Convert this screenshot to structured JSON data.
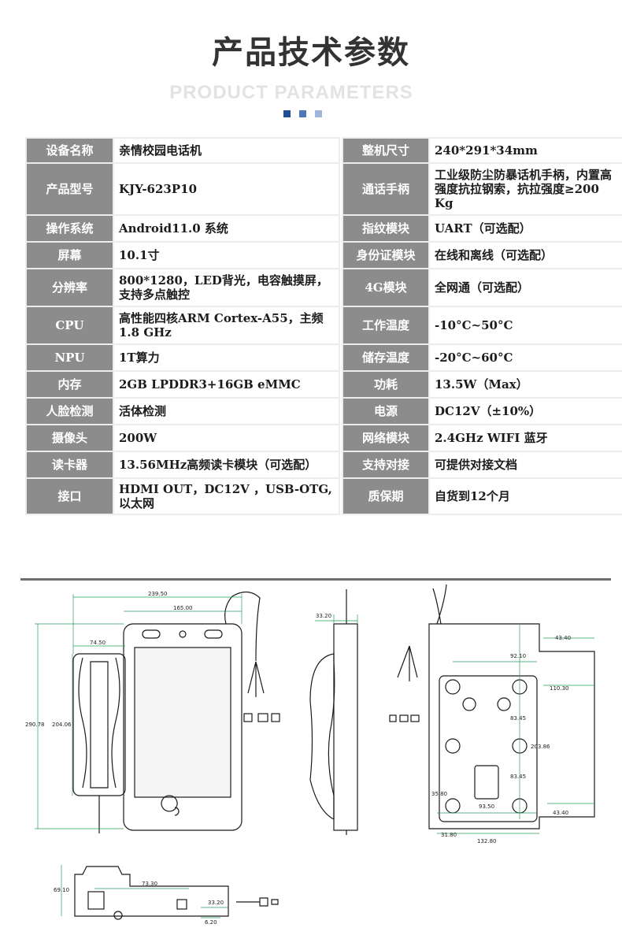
{
  "header": {
    "title": "产品技术参数",
    "subtitle": "PRODUCT PARAMETERS",
    "dot_colors": [
      "#1f4e96",
      "#4f78b8",
      "#9fb5d9"
    ]
  },
  "specs": {
    "rows": [
      {
        "l1": "设备名称",
        "v1": "亲情校园电话机",
        "l2": "整机尺寸",
        "v2": "240*291*34mm"
      },
      {
        "l1": "产品型号",
        "v1": "KJY-623P10",
        "l2": "通话手柄",
        "v2": "工业级防尘防暴话机手柄，内置高强度抗拉钢索，抗拉强度≥200 Kg"
      },
      {
        "l1": "操作系统",
        "v1": "Android11.0 系统",
        "l2": "指纹模块",
        "v2": "UART（可选配）"
      },
      {
        "l1": "屏幕",
        "v1": "10.1寸",
        "l2": "身份证模块",
        "v2": "在线和离线（可选配）"
      },
      {
        "l1": "分辨率",
        "v1": "800*1280，LED背光，电容触摸屏，支持多点触控",
        "l2": "4G模块",
        "v2": "全网通（可选配）"
      },
      {
        "l1": "CPU",
        "v1": "高性能四核ARM Cortex-A55，主频1.8 GHz",
        "l2": "工作温度",
        "v2": "-10°C~50°C"
      },
      {
        "l1": "NPU",
        "v1": "1T算力",
        "l2": "储存温度",
        "v2": "-20°C~60°C"
      },
      {
        "l1": "内存",
        "v1": "2GB LPDDR3+16GB eMMC",
        "l2": "功耗",
        "v2": "13.5W（Max）"
      },
      {
        "l1": "人脸检测",
        "v1": "活体检测",
        "l2": "电源",
        "v2": "DC12V（±10%）"
      },
      {
        "l1": "摄像头",
        "v1": "200W",
        "l2": "网络模块",
        "v2": "2.4GHz WIFI 蓝牙"
      },
      {
        "l1": "读卡器",
        "v1": "13.56MHz高频读卡模块（可选配）",
        "l2": "支持对接",
        "v2": "可提供对接文档"
      },
      {
        "l1": "接口",
        "v1": "HDMI OUT，DC12V ，USB-OTG,以太网",
        "l2": "质保期",
        "v2": "自货到12个月"
      }
    ]
  },
  "drawing": {
    "front": {
      "w_total": "239.50",
      "w_screen": "165.00",
      "w_handset": "74.50",
      "h_total": "290.78",
      "h_body": "204.06"
    },
    "side": {
      "depth": "33.20"
    },
    "back": {
      "d1": "43.40",
      "d2": "92.10",
      "d3": "110.30",
      "d4": "83.45",
      "d5": "203.86",
      "d6": "83.45",
      "d7": "35.80",
      "d8": "93.50",
      "d9": "43.40",
      "d10": "31.80",
      "d11": "132.80"
    },
    "bottom": {
      "h": "69.10",
      "w": "73.30",
      "d": "33.20",
      "d2": "6.20"
    }
  }
}
